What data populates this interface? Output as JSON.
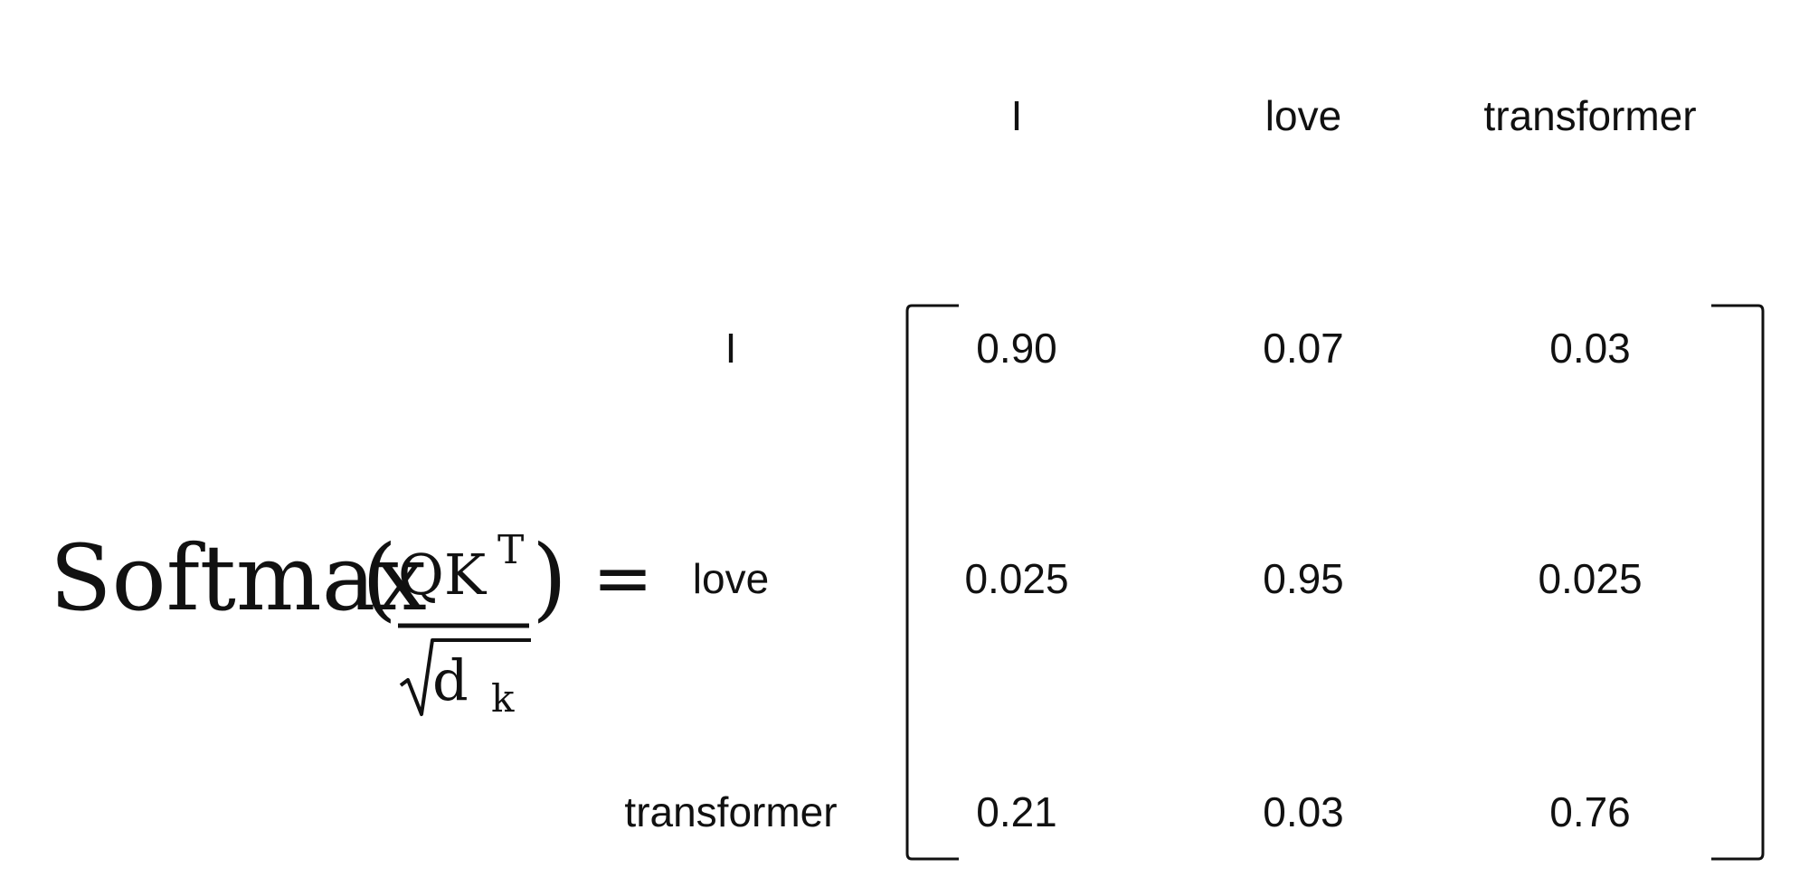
{
  "formula": {
    "function_name": "Softmax",
    "open_paren": "(",
    "close_paren": ")",
    "numerator_main": "QK",
    "numerator_sup": "T",
    "denominator_main": "d",
    "denominator_sub": "k",
    "equals": "="
  },
  "matrix": {
    "column_headers": [
      "I",
      "love",
      "transformer"
    ],
    "row_headers": [
      "I",
      "love",
      "transformer"
    ],
    "rows": [
      [
        "0.90",
        "0.07",
        "0.03"
      ],
      [
        "0.025",
        "0.95",
        "0.025"
      ],
      [
        "0.21",
        "0.03",
        "0.76"
      ]
    ]
  }
}
